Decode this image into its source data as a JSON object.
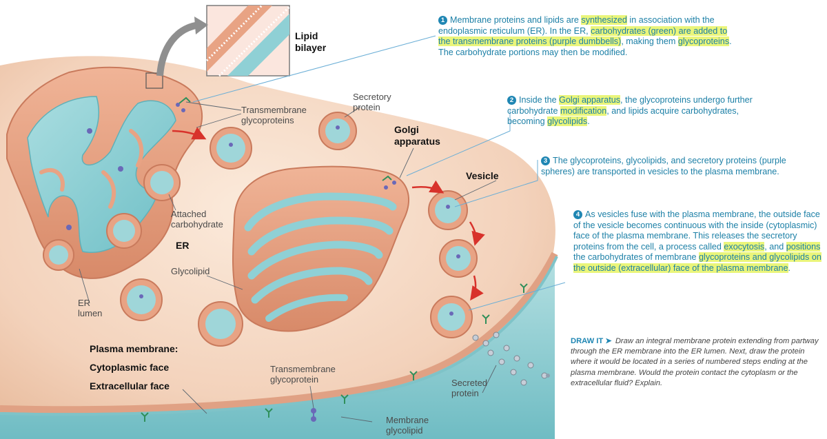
{
  "labels": {
    "lipid_bilayer_line1": "Lipid",
    "lipid_bilayer_line2": "bilayer",
    "transmembrane_glycoproteins_line1": "Transmembrane",
    "transmembrane_glycoproteins_line2": "glycoproteins",
    "secretory_protein_line1": "Secretory",
    "secretory_protein_line2": "protein",
    "golgi_line1": "Golgi",
    "golgi_line2": "apparatus",
    "vesicle": "Vesicle",
    "attached_carbohydrate_line1": "Attached",
    "attached_carbohydrate_line2": "carbohydrate",
    "er": "ER",
    "glycolipid": "Glycolipid",
    "er_lumen_line1": "ER",
    "er_lumen_line2": "lumen",
    "plasma_membrane": "Plasma membrane:",
    "cytoplasmic_face": "Cytoplasmic face",
    "extracellular_face": "Extracellular face",
    "transmembrane_glycoprotein_line1": "Transmembrane",
    "transmembrane_glycoprotein_line2": "glycoprotein",
    "secreted_protein_line1": "Secreted",
    "secreted_protein_line2": "protein",
    "membrane_glycolipid_line1": "Membrane",
    "membrane_glycolipid_line2": "glycolipid"
  },
  "steps": [
    {
      "number": "1",
      "parts": [
        {
          "text": "Membrane proteins and lipids are ",
          "hl": false
        },
        {
          "text": "synthesized",
          "hl": true
        },
        {
          "text": " in association with the endoplasmic reticulum (ER). In the ER, ",
          "hl": false
        },
        {
          "text": "carbohydrates (green) are added to the transmembrane proteins (purple dumbbells)",
          "hl": true
        },
        {
          "text": ", making them ",
          "hl": false
        },
        {
          "text": "glycoproteins",
          "hl": true
        },
        {
          "text": ". The carbohydrate portions may then be modified.",
          "hl": false
        }
      ]
    },
    {
      "number": "2",
      "parts": [
        {
          "text": "Inside the ",
          "hl": false
        },
        {
          "text": "Golgi apparatus",
          "hl": true
        },
        {
          "text": ", the glycoproteins undergo further carbohydrate ",
          "hl": false
        },
        {
          "text": "modification",
          "hl": true
        },
        {
          "text": ", and lipids acquire carbohydrates, becoming ",
          "hl": false
        },
        {
          "text": "glycolipids",
          "hl": true
        },
        {
          "text": ".",
          "hl": false
        }
      ]
    },
    {
      "number": "3",
      "parts": [
        {
          "text": "The glycoproteins, glycolipids, and secretory proteins (purple spheres) are transported in vesicles to the plasma membrane.",
          "hl": false
        }
      ]
    },
    {
      "number": "4",
      "parts": [
        {
          "text": "As vesicles fuse with the plasma membrane, the outside face of the vesicle becomes continuous with the inside (cytoplasmic) face of the plasma membrane. This releases the secretory proteins from the cell, a process called ",
          "hl": false
        },
        {
          "text": "exocytosis",
          "hl": true
        },
        {
          "text": ", and ",
          "hl": false
        },
        {
          "text": "positions",
          "hl": true
        },
        {
          "text": " the carbohydrates of membrane ",
          "hl": false
        },
        {
          "text": "glycoproteins and glycolipids on the outside (extracellular) face of the plasma membrane",
          "hl": true
        },
        {
          "text": ".",
          "hl": false
        }
      ]
    }
  ],
  "draw_it": {
    "heading": "DRAW IT ➤",
    "text": "Draw an integral membrane protein extending from partway through the ER membrane into the ER lumen. Next, draw the protein where it would be located in a series of numbered steps ending at the plasma membrane. Would the protein contact the cytoplasm or the extracellular fluid? Explain."
  },
  "colors": {
    "membrane_salmon": "#e8a384",
    "membrane_dark": "#c9775a",
    "lumen_teal": "#7cc8cf",
    "lumen_light": "#b9e3e5",
    "cytoplasm": "#f6ddc9",
    "extracellular": "#9fd6d9",
    "text_blue": "#1b7fa6",
    "highlight": "#eaf57a",
    "arrow_red": "#d8322b",
    "carbohydrate_green": "#2f8f5a",
    "protein_purple": "#6a68b8"
  }
}
